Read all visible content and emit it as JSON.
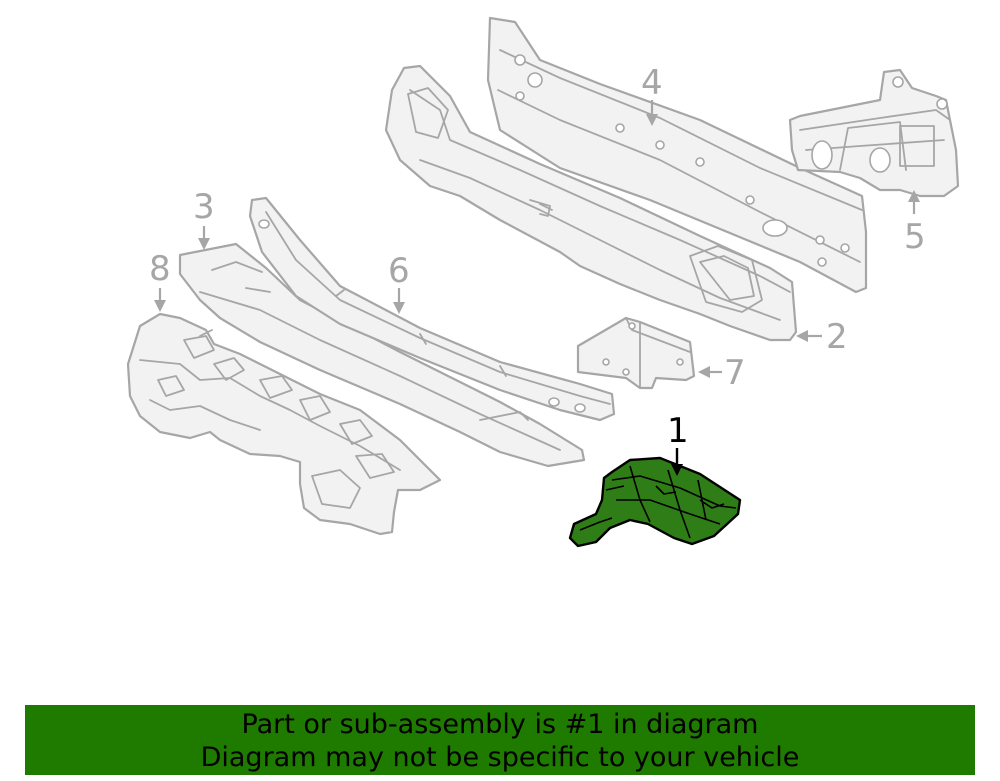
{
  "diagram": {
    "callouts": [
      {
        "id": "1",
        "label": "1",
        "selected": true
      },
      {
        "id": "2",
        "label": "2",
        "selected": false
      },
      {
        "id": "3",
        "label": "3",
        "selected": false
      },
      {
        "id": "4",
        "label": "4",
        "selected": false
      },
      {
        "id": "5",
        "label": "5",
        "selected": false
      },
      {
        "id": "6",
        "label": "6",
        "selected": false
      },
      {
        "id": "7",
        "label": "7",
        "selected": false
      },
      {
        "id": "8",
        "label": "8",
        "selected": false
      }
    ],
    "highlight_color": "#2f7d16",
    "part_stroke_color": "#a6a6a6"
  },
  "banner": {
    "line1": "Part or sub-assembly is #1 in diagram",
    "line2": "Diagram may not be specific to your vehicle",
    "background_color": "#1f7a00"
  }
}
